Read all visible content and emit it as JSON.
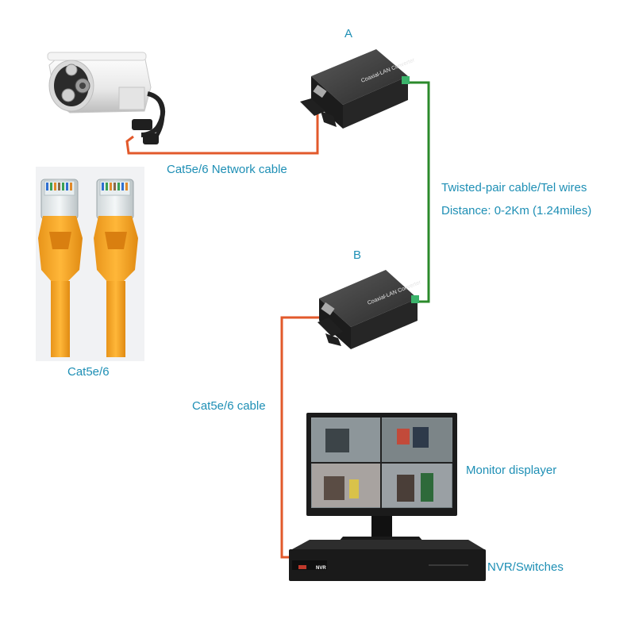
{
  "labels": {
    "unit_a": "A",
    "unit_b": "B",
    "network_cable": "Cat5e/6 Network cable",
    "twisted_pair": "Twisted-pair cable/Tel wires",
    "distance": "Distance: 0-2Km (1.24miles)",
    "cat_caption": "Cat5e/6",
    "cat_cable": "Cat5e/6 cable",
    "monitor": "Monitor displayer",
    "nvr": "NVR/Switches",
    "converter_text": "Coaxial-LAN Converter",
    "nvr_badge": "NVR"
  },
  "colors": {
    "label": "#1e8fb5",
    "ethernet_cable": "#e2592b",
    "twisted_pair_cable": "#2b8a2b",
    "device_body": "#2e2e2e",
    "rj45_jacket": "#f5a623"
  },
  "icons": [
    "camera-icon",
    "converter-icon",
    "rj45-connector-icon",
    "monitor-icon",
    "nvr-icon"
  ]
}
